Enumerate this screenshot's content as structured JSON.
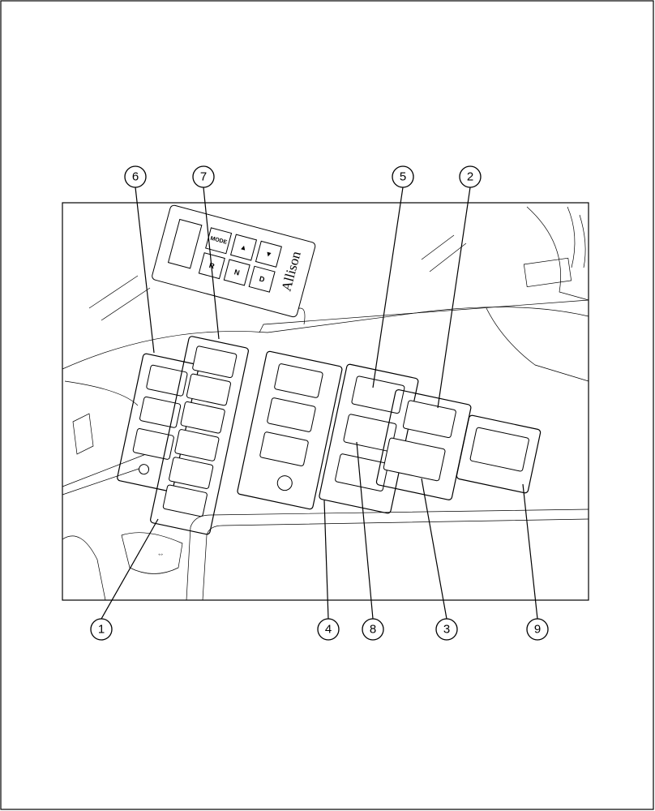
{
  "callouts": [
    {
      "label": "1"
    },
    {
      "label": "2"
    },
    {
      "label": "3"
    },
    {
      "label": "4"
    },
    {
      "label": "5"
    },
    {
      "label": "6"
    },
    {
      "label": "7"
    },
    {
      "label": "8"
    },
    {
      "label": "9"
    }
  ],
  "keypad": {
    "brand": "Allison",
    "keys": [
      "MODE",
      "R",
      "N",
      "D"
    ],
    "arrow_icons": [
      "arrow-up-icon",
      "arrow-down-icon"
    ]
  }
}
